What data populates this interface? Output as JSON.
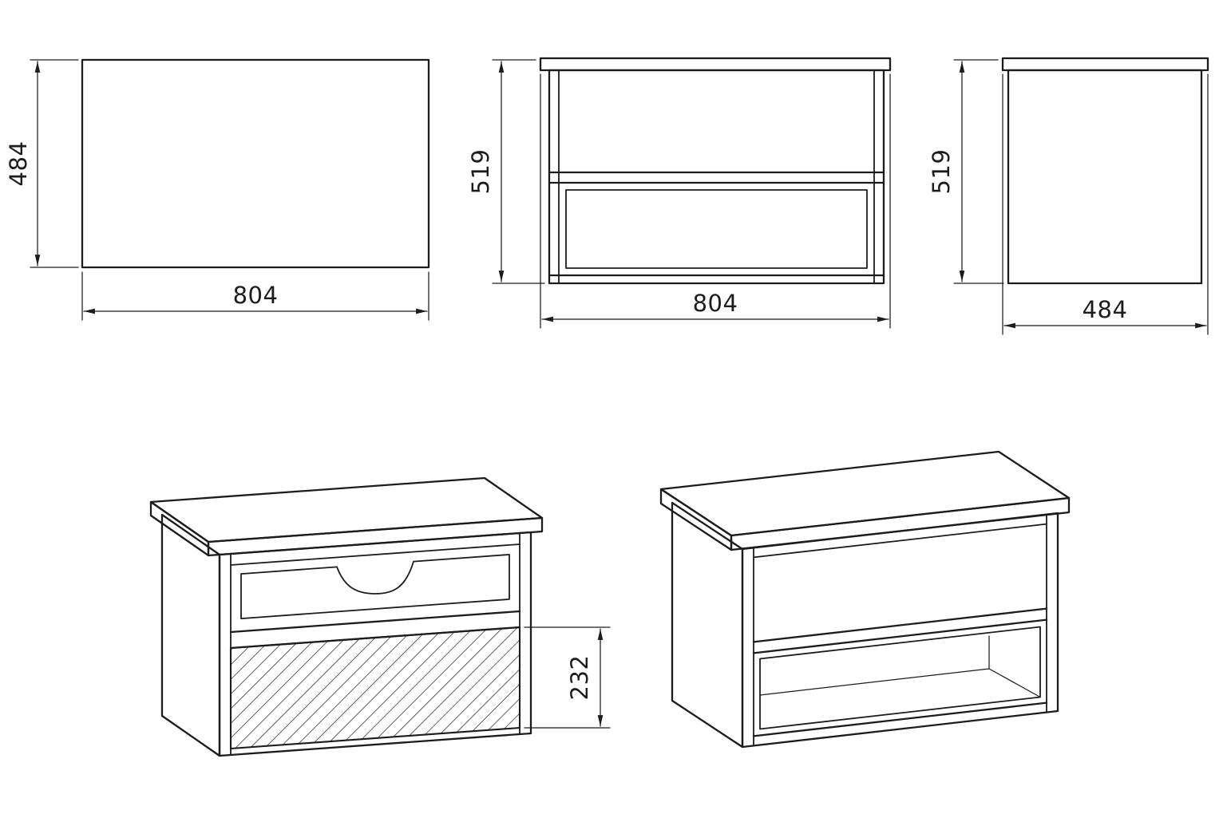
{
  "drawing": {
    "colors": {
      "line": "#1c1c1c",
      "background": "#ffffff"
    },
    "views": {
      "top": {
        "width": "804",
        "height": "484"
      },
      "front": {
        "width": "804",
        "height": "519"
      },
      "side": {
        "width": "484",
        "height": "519"
      },
      "iso_front_left": {
        "drawer_front_height": "232"
      }
    }
  }
}
